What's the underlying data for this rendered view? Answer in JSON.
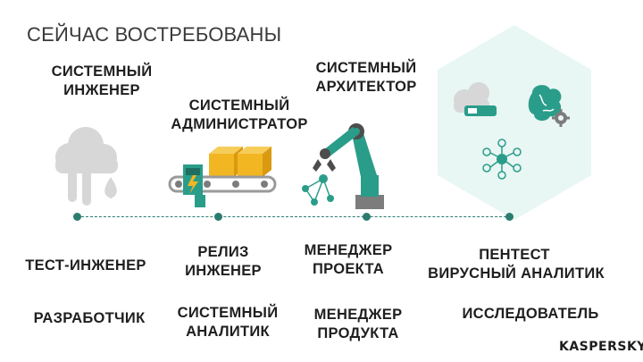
{
  "slide": {
    "title": "СЕЙЧАС ВОСТРЕБОВАНЫ",
    "top_roles": {
      "sys_engineer": "СИСТЕМНЫЙ\nИНЖЕНЕР",
      "sys_admin": "СИСТЕМНЫЙ\nАДМИНИСТРАТОР",
      "sys_architect": "СИСТЕМНЫЙ\nАРХИТЕКТОР"
    },
    "bottom_roles": {
      "test_engineer": "ТЕСТ-ИНЖЕНЕР",
      "developer": "РАЗРАБОТЧИК",
      "release_engineer": "РЕЛИЗ\nИНЖЕНЕР",
      "sys_analyst": "СИСТЕМНЫЙ\nАНАЛИТИК",
      "project_manager": "МЕНЕДЖЕР\nПРОЕКТА",
      "product_manager": "МЕНЕДЖЕР\nПРОДУКТА",
      "pentest": "ПЕНТЕСТ",
      "virus_analyst": "ВИРУСНЫЙ АНАЛИТИК",
      "researcher": "ИССЛЕДОВАТЕЛЬ"
    },
    "logo_text": "KASPERSKY",
    "colors": {
      "teal": "#2a9d8a",
      "dark_teal": "#2a7c70",
      "mint_bg": "#e8f6f4",
      "cloud_grey": "#d7d7d7",
      "gold": "#f2b623",
      "logo_red": "#e0003b"
    },
    "icons": [
      "cloud-rain-icon",
      "conveyor-belt-icon",
      "robot-arm-icon",
      "cloud-storage-icon",
      "brain-gear-icon",
      "network-node-icon"
    ]
  }
}
